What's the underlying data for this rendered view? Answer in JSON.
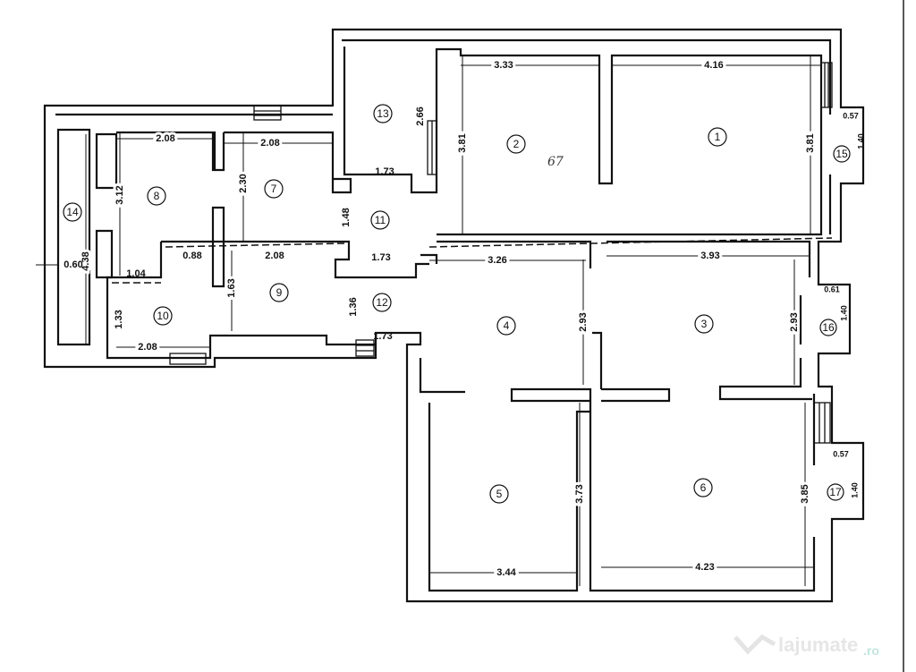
{
  "plan": {
    "rooms": [
      "1",
      "2",
      "3",
      "4",
      "5",
      "6",
      "7",
      "8",
      "9",
      "10",
      "11",
      "12",
      "13",
      "14",
      "15",
      "16",
      "17"
    ],
    "dims": [
      "3.33",
      "4.16",
      "2.66",
      "1.73",
      "3.81",
      "3.81",
      "0.57",
      "1.40",
      "2.08",
      "2.08",
      "3.12",
      "2.30",
      "1.48",
      "4.38",
      "0.60",
      "1.04",
      "0.88",
      "2.08",
      "1.73",
      "3.26",
      "3.93",
      "1.63",
      "1.36",
      "0.61",
      "1.40",
      "2.93",
      "2.93",
      "1.33",
      "2.08",
      "1.73",
      "3.73",
      "3.85",
      "0.57",
      "1.40",
      "3.44",
      "4.23"
    ],
    "handwritten_note": "67"
  },
  "watermark": {
    "text": "lajumate",
    "suffix": ".ro",
    "accent": "#7fd0c0"
  }
}
